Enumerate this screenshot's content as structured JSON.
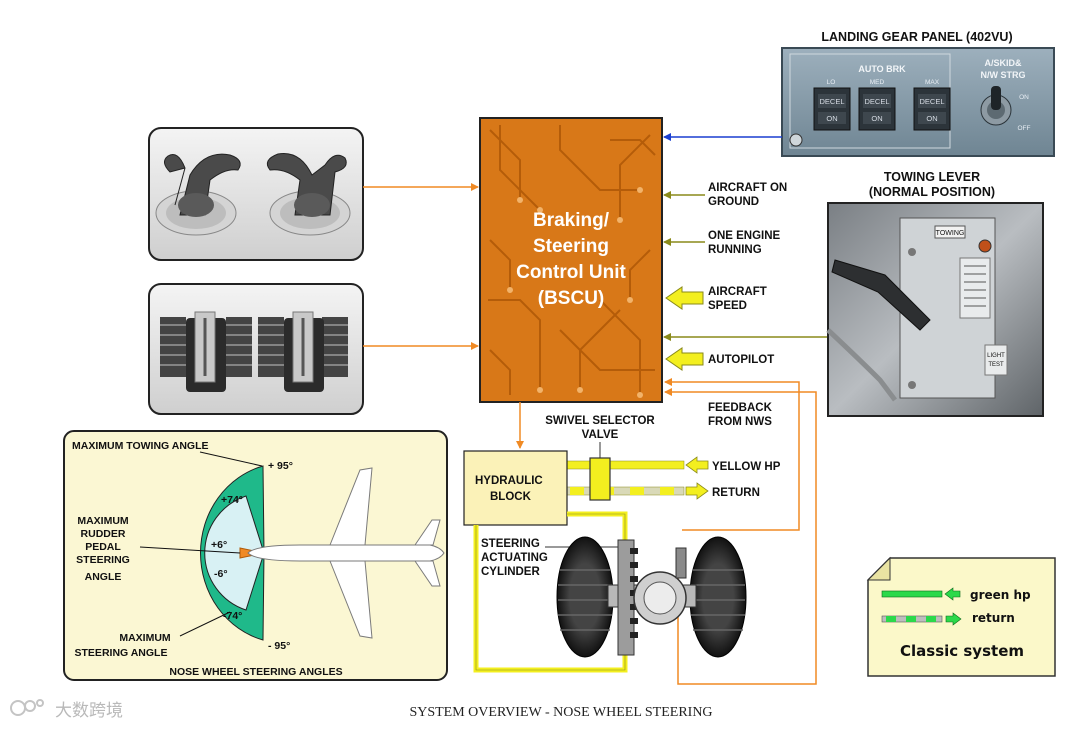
{
  "landing_gear_panel": {
    "title": "LANDING GEAR PANEL (402VU)",
    "auto_brk_label": "AUTO BRK",
    "levels": [
      "LO",
      "MED",
      "MAX"
    ],
    "button_top": "DECEL",
    "button_bottom": "ON",
    "switch_title_line1": "A/SKID&",
    "switch_title_line2": "N/W STRG",
    "switch_on": "ON",
    "switch_off": "OFF"
  },
  "bscu": {
    "line1": "Braking/",
    "line2": "Steering",
    "line3": "Control Unit",
    "line4": "(BSCU)"
  },
  "inputs": {
    "aircraft_on_ground_line1": "AIRCRAFT ON",
    "aircraft_on_ground_line2": "GROUND",
    "one_engine_line1": "ONE ENGINE",
    "one_engine_line2": "RUNNING",
    "aircraft_speed_line1": "AIRCRAFT",
    "aircraft_speed_line2": "SPEED",
    "autopilot": "AUTOPILOT",
    "feedback_line1": "FEEDBACK",
    "feedback_line2": "FROM NWS"
  },
  "towing_lever": {
    "title_line1": "TOWING LEVER",
    "title_line2": "(NORMAL POSITION)",
    "plate_label": "TOWING",
    "light_label_line1": "LIGHT",
    "light_label_line2": "TEST"
  },
  "hydraulics": {
    "swivel_line1": "SWIVEL SELECTOR",
    "swivel_line2": "VALVE",
    "block_line1": "HYDRAULIC",
    "block_line2": "BLOCK",
    "yellow_hp": "YELLOW HP",
    "return": "RETURN",
    "cylinder_line1": "STEERING",
    "cylinder_line2": "ACTUATING",
    "cylinder_line3": "CYLINDER"
  },
  "angles_panel": {
    "max_towing": "MAXIMUM TOWING ANGLE",
    "plus95": "+ 95°",
    "plus74": "+74°",
    "plus6": "+6°",
    "minus6": "-6°",
    "minus74": "-74°",
    "minus95": "- 95°",
    "rudder_line1": "MAXIMUM",
    "rudder_line2": "RUDDER",
    "rudder_line3": "PEDAL",
    "rudder_line4": "STEERING",
    "rudder_line5": "ANGLE",
    "max_steer_line1": "MAXIMUM",
    "max_steer_line2": "STEERING ANGLE",
    "footer": "NOSE WHEEL STEERING ANGLES"
  },
  "legend": {
    "green_hp": "green hp",
    "return": "return",
    "title": "Classic system"
  },
  "caption": "SYSTEM OVERVIEW - NOSE WHEEL STEERING",
  "watermark": "大数跨境",
  "colors": {
    "orange_line": "#f08a24",
    "olive_arrow": "#8a8a1a",
    "blue_arrow": "#1a3fd0",
    "yellow_hp": "#f3ef1f",
    "sector_outer": "#1fb98a",
    "sector_inner": "#d8f1f4",
    "angle_panel_bg": "#fbf7d3",
    "legend_bg": "#fbf8c9",
    "bscu_bg": "#d87818"
  }
}
